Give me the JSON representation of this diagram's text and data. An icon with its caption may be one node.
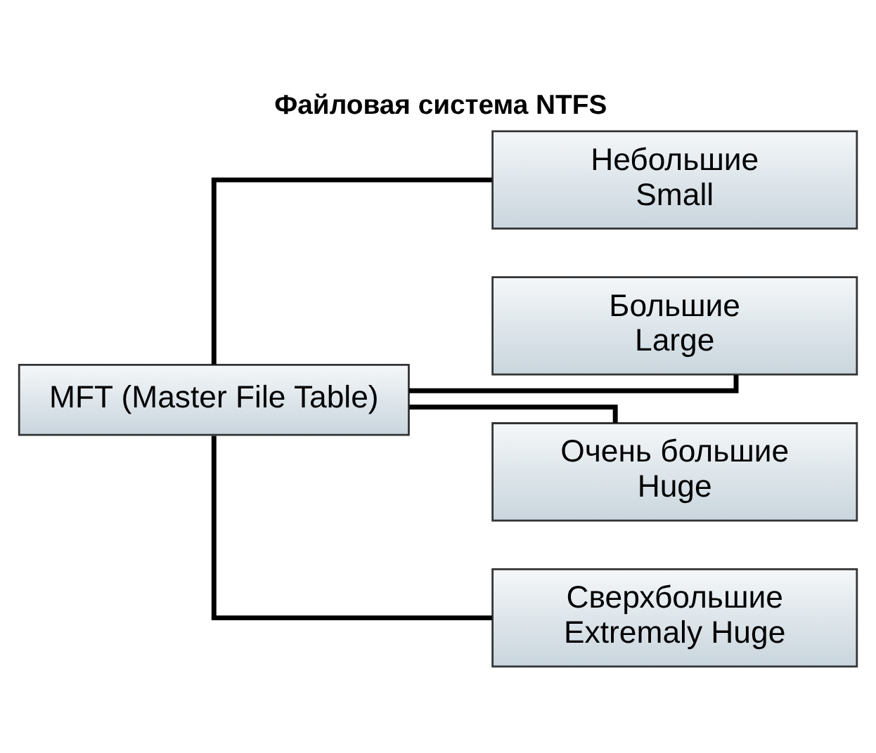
{
  "diagram": {
    "title": "Файловая система NTFS",
    "nodes": [
      {
        "text": [
          "MFT (Master File Table)"
        ]
      },
      {
        "text": [
          "Небольшие",
          "Small"
        ]
      },
      {
        "text": [
          "Большие",
          "Large"
        ]
      },
      {
        "text": [
          "Очень большие",
          "Huge"
        ]
      },
      {
        "text": [
          "Сверхбольшие",
          "Extremaly Huge"
        ]
      }
    ],
    "edges": [
      {
        "from": 0,
        "to": 1,
        "arrow": "none"
      },
      {
        "from": 0,
        "to": 2,
        "arrow": "none"
      },
      {
        "from": 0,
        "to": 3,
        "arrow": "none"
      },
      {
        "from": 0,
        "to": 4,
        "arrow": "none"
      }
    ]
  }
}
